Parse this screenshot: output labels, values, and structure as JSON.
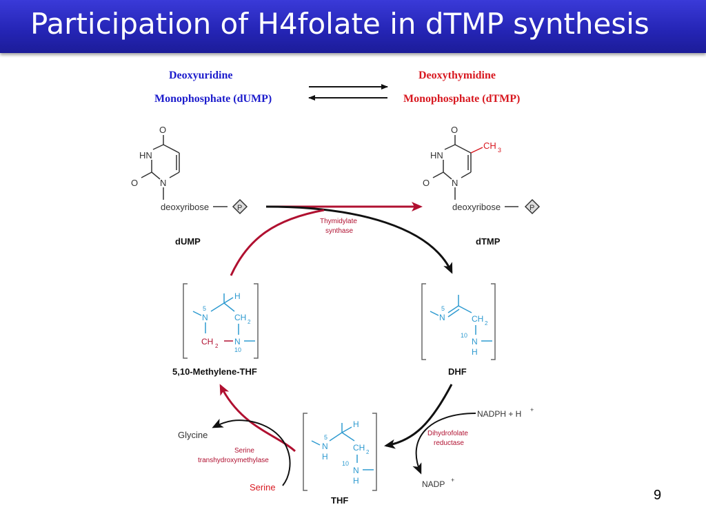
{
  "slide": {
    "title": "Participation of H4folate in dTMP synthesis",
    "page_number": "9"
  },
  "header": {
    "left_line1": "Deoxyuridine",
    "left_line2": "Monophosphate (dUMP)",
    "right_line1": "Deoxythymidine",
    "right_line2": "Monophosphate (dTMP)"
  },
  "colors": {
    "title_bar": "#2424b4",
    "blue_text": "#1c1ccc",
    "red_text": "#d81820",
    "diagram_red": "#b01030",
    "diagram_cyan": "#2e9ad0",
    "diagram_black": "#111111"
  },
  "diagram": {
    "dump": {
      "atom_o_top": "O",
      "atom_hn": "HN",
      "atom_o_left": "O",
      "atom_n": "N",
      "sugar": "deoxyribose",
      "phosphate": "P",
      "label": "dUMP"
    },
    "dtmp": {
      "atom_o_top": "O",
      "atom_hn": "HN",
      "atom_o_left": "O",
      "atom_n": "N",
      "methyl": "CH",
      "methyl_sub": "3",
      "sugar": "deoxyribose",
      "phosphate": "P",
      "label": "dTMP"
    },
    "enzyme_ts_line1": "Thymidylate",
    "enzyme_ts_line2": "synthase",
    "methylene_thf": {
      "atom_h": "H",
      "n5_num": "5",
      "n5": "N",
      "ch2": "CH",
      "ch2_sub": "2",
      "bridge_ch2": "CH",
      "bridge_sub": "2",
      "n10": "N",
      "n10_num": "10",
      "label": "5,10-Methylene-THF"
    },
    "dhf": {
      "n5_num": "5",
      "n5": "N",
      "ch2": "CH",
      "ch2_sub": "2",
      "n10_num": "10",
      "n10": "N",
      "atom_h": "H",
      "label": "DHF"
    },
    "thf": {
      "atom_h_top": "H",
      "n5_num": "5",
      "n5": "N",
      "n5_h": "H",
      "ch2": "CH",
      "ch2_sub": "2",
      "n10_num": "10",
      "n10": "N",
      "atom_h_bottom": "H",
      "label": "THF"
    },
    "nadph": "NADPH + H",
    "nadph_sup": "+",
    "enzyme_dhfr_line1": "Dihydrofolate",
    "enzyme_dhfr_line2": "reductase",
    "nadp": "NADP",
    "nadp_sup": "+",
    "glycine": "Glycine",
    "enzyme_shmt_line1": "Serine",
    "enzyme_shmt_line2": "transhydroxymethylase",
    "serine": "Serine"
  }
}
